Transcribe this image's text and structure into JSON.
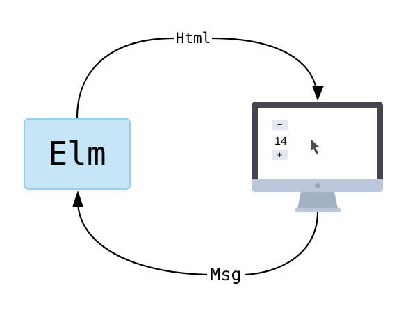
{
  "diagram": {
    "node_label": "Elm",
    "top_edge_label": "Html",
    "bottom_edge_label": "Msg"
  },
  "screen": {
    "decrement_label": "−",
    "count_value": "14",
    "increment_label": "+"
  },
  "colors": {
    "node_fill": "#c6e5f7",
    "node_stroke": "#94cfee",
    "arrow": "#000000",
    "monitor_frame": "#46454f",
    "monitor_chin": "#bcc7db",
    "monitor_stand": "#a3afc2",
    "button_bg": "#e5e8f0",
    "cursor": "#4b4a54"
  },
  "icons": {
    "cursor": "mouse-pointer-icon",
    "monitor": "monitor-icon"
  }
}
